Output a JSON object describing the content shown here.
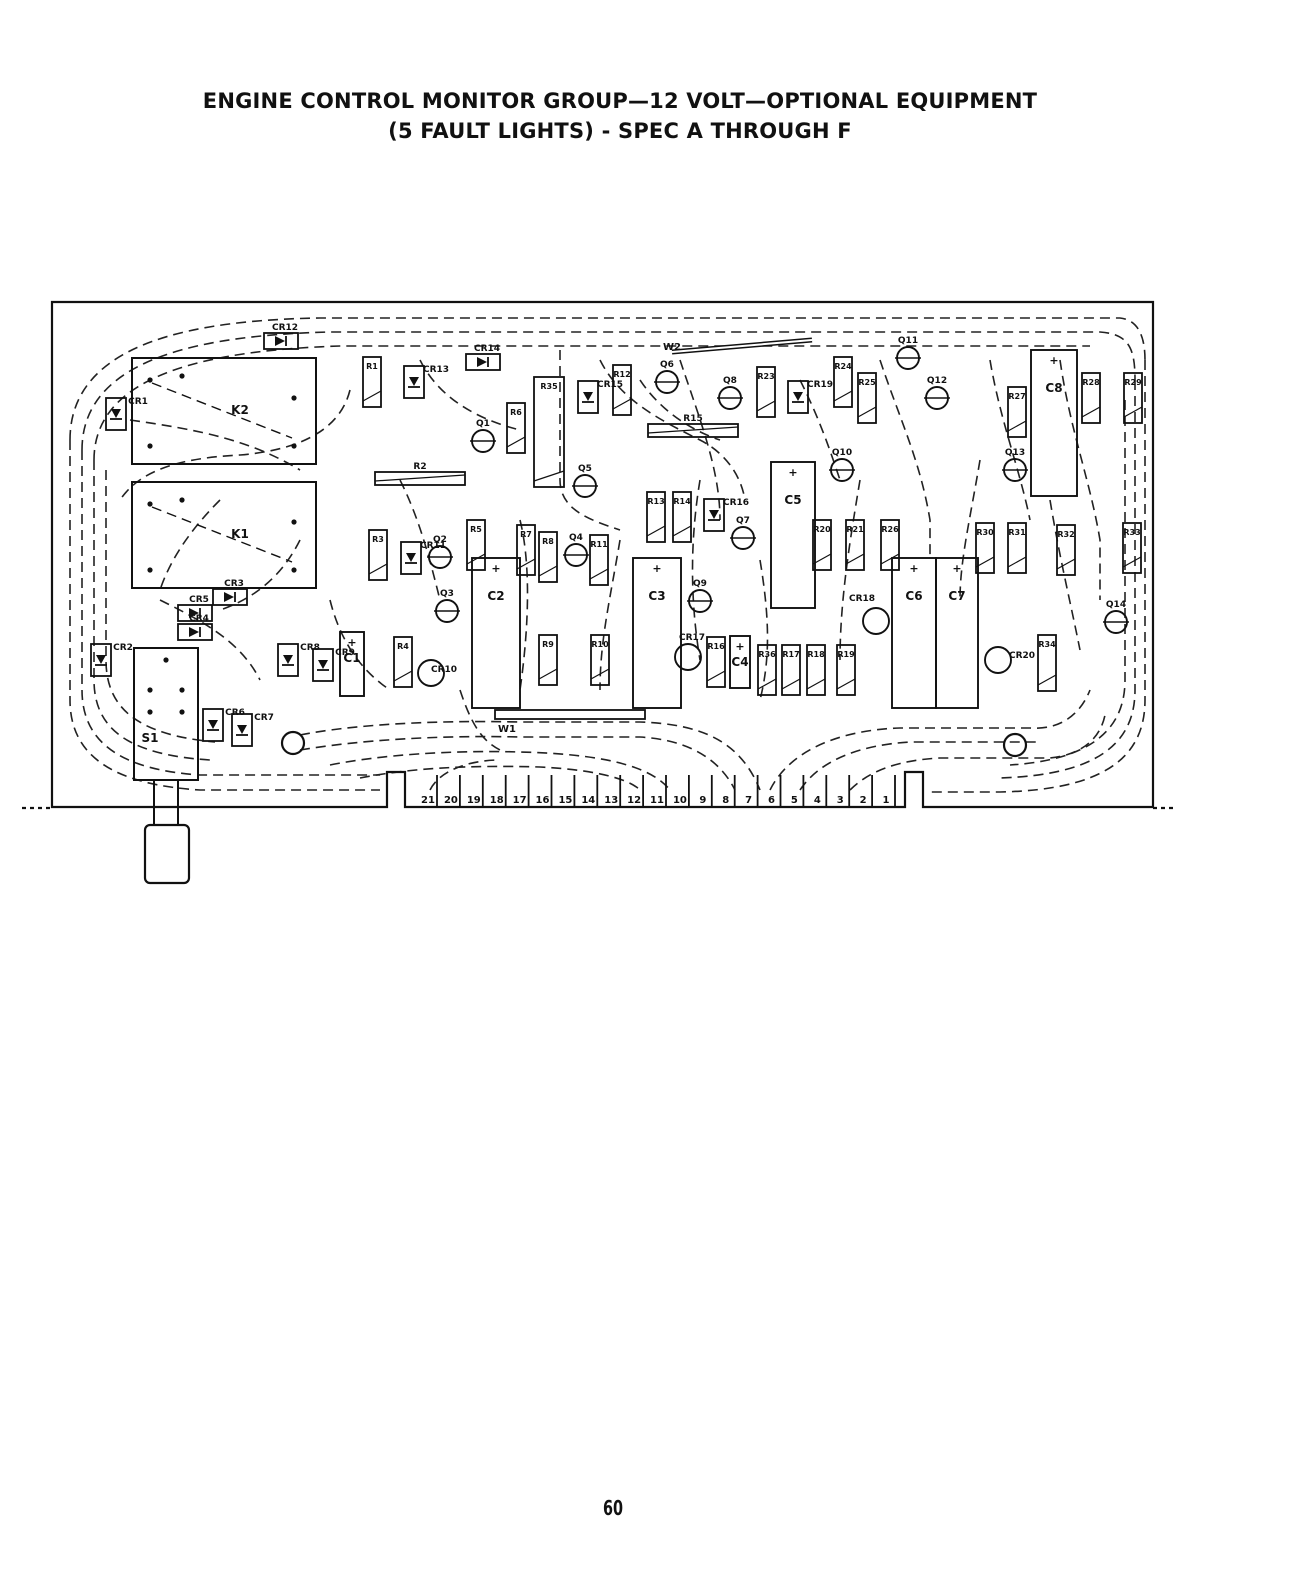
{
  "title": {
    "line1": "ENGINE CONTROL MONITOR GROUP—12 VOLT—OPTIONAL EQUIPMENT",
    "line2": "(5 FAULT LIGHTS) - SPEC A THROUGH F"
  },
  "page_number": "60",
  "board": {
    "relays": [
      "K2",
      "K1"
    ],
    "switch": "S1",
    "wires": [
      "W1",
      "W2"
    ],
    "resistors": [
      "R1",
      "R2",
      "R3",
      "R4",
      "R5",
      "R6",
      "R7",
      "R8",
      "R9",
      "R10",
      "R11",
      "R12",
      "R13",
      "R14",
      "R15",
      "R16",
      "R17",
      "R18",
      "R19",
      "R20",
      "R21",
      "R23",
      "R24",
      "R25",
      "R26",
      "R27",
      "R28",
      "R29",
      "R30",
      "R31",
      "R32",
      "R33",
      "R34",
      "R35",
      "R36"
    ],
    "capacitors": [
      "C1",
      "C2",
      "C3",
      "C4",
      "C5",
      "C6",
      "C7",
      "C8"
    ],
    "diodes": [
      "CR1",
      "CR2",
      "CR3",
      "CR4",
      "CR5",
      "CR6",
      "CR7",
      "CR8",
      "CR9",
      "CR10",
      "CR11",
      "CR12",
      "CR13",
      "CR14",
      "CR15",
      "CR16",
      "CR17",
      "CR18",
      "CR19",
      "CR20"
    ],
    "transistors": [
      "Q1",
      "Q2",
      "Q3",
      "Q4",
      "Q5",
      "Q6",
      "Q7",
      "Q8",
      "Q9",
      "Q10",
      "Q11",
      "Q12",
      "Q13",
      "Q14"
    ],
    "edge_pins": [
      "21",
      "20",
      "19",
      "18",
      "17",
      "16",
      "15",
      "14",
      "13",
      "12",
      "11",
      "10",
      "9",
      "8",
      "7",
      "6",
      "5",
      "4",
      "3",
      "2",
      "1"
    ]
  }
}
